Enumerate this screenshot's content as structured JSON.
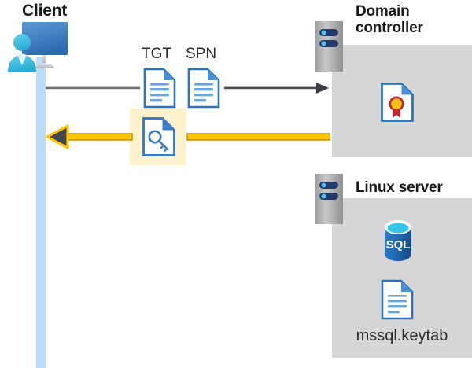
{
  "diagram": {
    "title_client": "Client",
    "title_domain_controller": "Domain controller",
    "title_linux_server": "Linux server",
    "labels": {
      "tgt": "TGT",
      "spn": "SPN",
      "keytab_filename": "mssql.keytab"
    },
    "icons": {
      "client": "client-workstation-icon",
      "domain_controller_server": "server-rack-icon",
      "linux_server": "server-rack-icon",
      "tgt_document": "document-icon",
      "spn_document": "document-icon",
      "kerberos_ticket": "document-key-icon",
      "certificate": "certificate-document-icon",
      "sql_database": "sql-database-icon",
      "keytab_document": "document-icon"
    },
    "arrows": {
      "request": {
        "name": "request-arrow",
        "direction": "right",
        "color": "#4a4a55"
      },
      "response": {
        "name": "response-arrow",
        "direction": "left",
        "color": "#ffc400",
        "head_color": "#44444f"
      }
    },
    "colors": {
      "panel_gray": "#d6d6d6",
      "lifeline_blue": "#bddcfb",
      "highlight_yellow": "#fdf2cc",
      "doc_blue": "#3a7dc9",
      "accent_gold": "#ffc400",
      "sql_blue": "#1f6bb8",
      "cert_gold": "#f4c11a",
      "cert_red": "#c3282d",
      "server_navy": "#243a6b",
      "text_dark": "#1a1a1a"
    }
  }
}
